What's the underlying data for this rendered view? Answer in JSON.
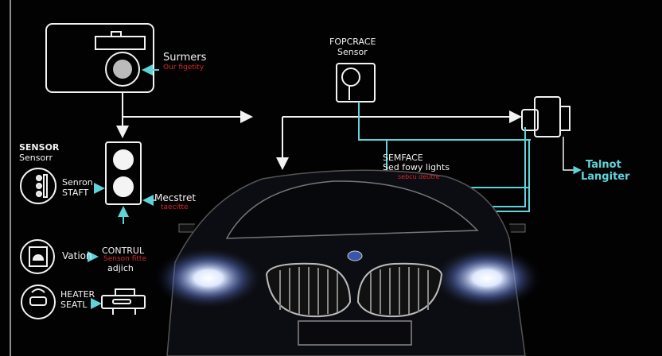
{
  "labels": {
    "top_camera": {
      "title": "Surmers",
      "subtitle": "Our figetity"
    },
    "top_sensor": {
      "line1": "FOPCRACE",
      "line2": "Sensor"
    },
    "left_heading": {
      "line1": "SENSOR",
      "line2": "Sensorr"
    },
    "sensor_start": {
      "line1": "Senron",
      "line2": "STAFT"
    },
    "mecstret": {
      "title": "Mecstret",
      "subtitle": "taecitte"
    },
    "vation": "Vation",
    "control": {
      "line1": "CONTRUL",
      "line2": "Senson fitte",
      "line3": "adjich"
    },
    "heater": {
      "line1": "HEATER",
      "line2": "SEATL"
    },
    "semface": {
      "line1": "SEMFACE",
      "line2": "Sed fowy lights",
      "subtitle": "sebcu deutre"
    },
    "right_output": {
      "line1": "Talnot",
      "line2": "Langiter"
    }
  },
  "colors": {
    "background": "#020203",
    "line": "#f2f2f2",
    "accent": "#5fd4d8",
    "warning_text": "#d8262a"
  }
}
